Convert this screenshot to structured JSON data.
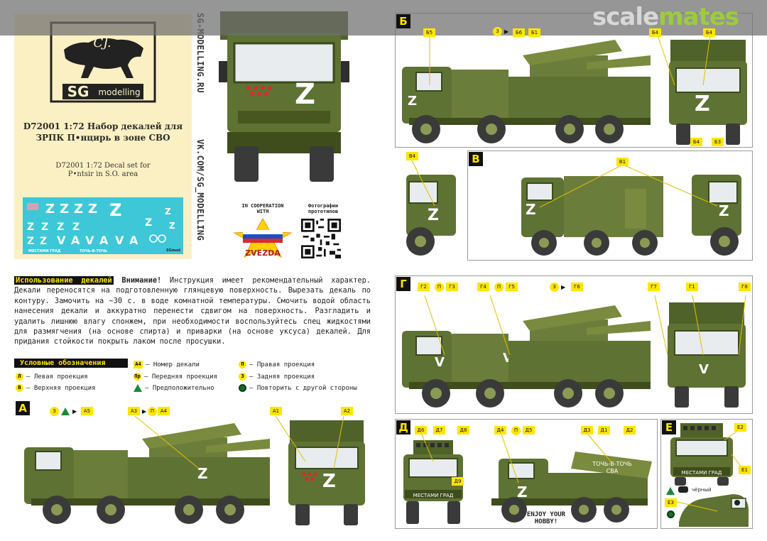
{
  "watermark": {
    "part1": "scale",
    "part2": "mates"
  },
  "cover": {
    "logo_monogram": "CJ.",
    "logo_sg": "SG",
    "logo_modelling": "modelling",
    "title_ru_1": "D72001 1:72 Набор декалей для",
    "title_ru_2": "ЗРПК П•нцирь в зоне СВО",
    "title_en_1": "D72001 1:72 Decal set for",
    "title_en_2": "P•ntsir in S.O. area",
    "sheet_text_1": "МЕСТАМИ ГРАД",
    "sheet_text_2": "ТОЧЬ-В-ТОЧЬ",
    "sheet_brand": "SGmod"
  },
  "links": {
    "website": "SG-MODELLING.RU",
    "vk": "VK.COM/SG_MODELLING"
  },
  "partners": {
    "coop": "IN COOPERATION WITH",
    "photos": "Фотографии прототипов",
    "zvezda": "ZVEZDA"
  },
  "instructions": {
    "header": "Использование декалей",
    "warning": "Внимание!",
    "body": " Инструкция имеет рекомендательный характер. Декали переносятся на подготовленную глянцевую поверхность. Вырезать декаль по контуру. Замочить на ~30 с. в воде комнатной температуры. Смочить водой область нанесения декали и аккуратно перенести сдвигом на поверхность. Разгладить и удалить лишнюю влагу спонжем, при необходимости воспользуйтесь спец жидкостями для размягчения (на основе спирта) и приварки (на основе уксуса) декалей. Для придания стойкости покрыть лаком после просушки."
  },
  "legend": {
    "title": "Условные обозначения",
    "items": [
      {
        "sym": "Л",
        "text": "– Левая проекция"
      },
      {
        "sym": "В",
        "text": "– Верхняя проекция"
      },
      {
        "sym": "А4",
        "text": "– Номер декали"
      },
      {
        "sym": "Пр",
        "text": "– Передняя проекция"
      },
      {
        "sym": "tri",
        "text": "– Предположительно"
      },
      {
        "sym": "П",
        "text": "– Правая проекция"
      },
      {
        "sym": "З",
        "text": "– Задняя проекция"
      },
      {
        "sym": "circ",
        "text": "– Повторить с другой стороны"
      }
    ]
  },
  "sections": {
    "A": {
      "label": "А",
      "tags": [
        "З",
        "А5",
        "А3",
        "П",
        "А4",
        "А1",
        "А2"
      ]
    },
    "B": {
      "label": "Б",
      "tags": [
        "Б5",
        "З",
        "Б6",
        "Б1",
        "Б4",
        "Б4",
        "Б4",
        "Б3"
      ]
    },
    "V": {
      "label": "В",
      "tags": [
        "В4",
        "В1"
      ]
    },
    "G": {
      "label": "Г",
      "tags": [
        "Г2",
        "П",
        "Г3",
        "Г4",
        "П",
        "Г5",
        "З",
        "Г6",
        "Г7",
        "Г1",
        "Г8"
      ]
    },
    "D": {
      "label": "Д",
      "tags": [
        "Д6",
        "Д7",
        "Д8",
        "Д4",
        "П",
        "Д5",
        "Д3",
        "Д1",
        "Д2",
        "Д9"
      ],
      "hull_text_1": "ТОЧЬ-В-ТОЧЬ",
      "hull_text_2": "СВА",
      "plate": "МЕСТАМИ ГРАД",
      "slogan_1": "ENJOY YOUR",
      "slogan_2": "HOBBY!"
    },
    "E": {
      "label": "Е",
      "tags": [
        "Е2",
        "Е1",
        "Е3"
      ],
      "black_note": "чёрный",
      "plate": "МЕСТАМИ ГРАД"
    }
  },
  "colors": {
    "olive": "#5e7233",
    "olive_dark": "#47571f",
    "olive_light": "#7a8a3e",
    "tyre": "#3a3a3a",
    "rim": "#8a9a55",
    "yellow": "#ffe600",
    "cover_bg": "#fbf0c3",
    "decal_bg": "#3ec7d6",
    "brand_green": "#9ccc3c"
  }
}
